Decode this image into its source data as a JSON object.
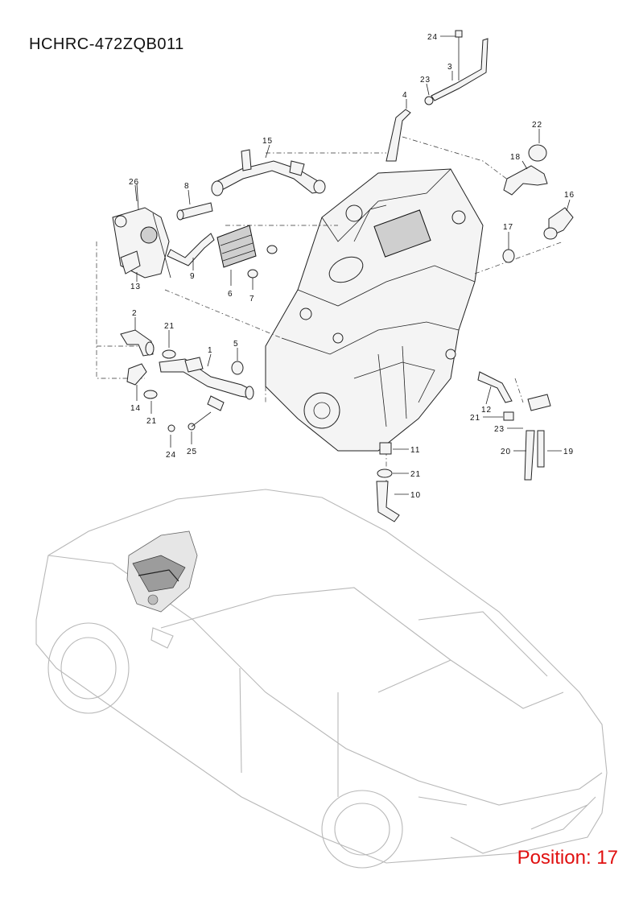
{
  "diagram_title": "HCHRC-472ZQB011",
  "position_label": "Position: 17",
  "callouts": {
    "c1": "1",
    "c2": "2",
    "c3": "3",
    "c4": "4",
    "c5": "5",
    "c6": "6",
    "c7": "7",
    "c8": "8",
    "c9": "9",
    "c10": "10",
    "c11": "11",
    "c12": "12",
    "c13": "13",
    "c14": "14",
    "c15": "15",
    "c16": "16",
    "c17": "17",
    "c18": "18",
    "c19": "19",
    "c20": "20",
    "c21a": "21",
    "c21b": "21",
    "c21c": "21",
    "c21d": "21",
    "c22": "22",
    "c23a": "23",
    "c23b": "23",
    "c24a": "24",
    "c24b": "24",
    "c25": "25",
    "c26": "26"
  },
  "colors": {
    "title": "#111111",
    "position": "#e01010",
    "car_outline": "#b8b8b8"
  }
}
